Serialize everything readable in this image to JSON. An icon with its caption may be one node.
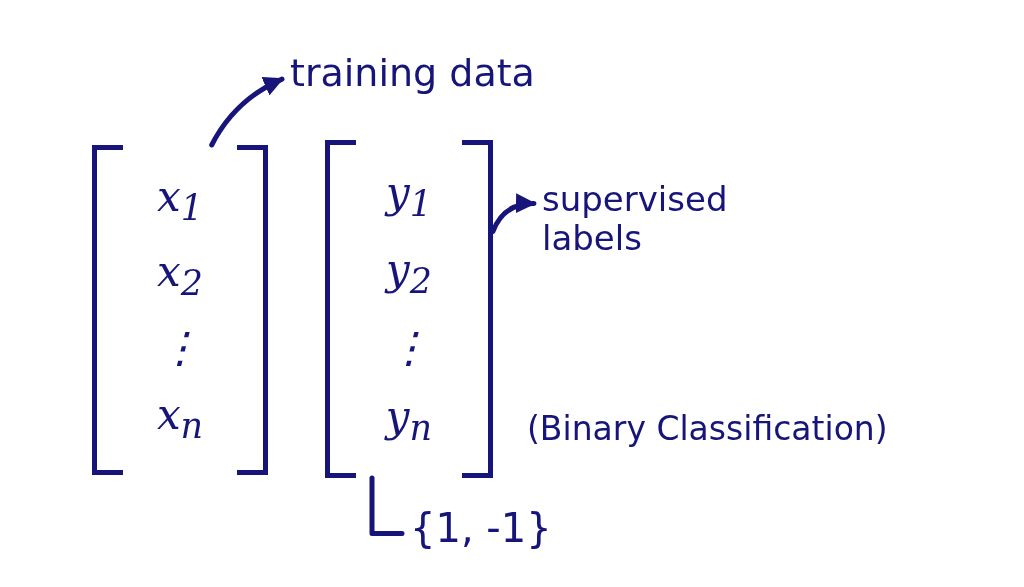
{
  "diagram": {
    "nodes": [
      {
        "text": [
          "training data"
        ]
      },
      {
        "text": [
          "x$_{1}$",
          "x$_{2}$",
          "⋮",
          "x$_{n}$"
        ]
      },
      {
        "text": [
          "y$_{1}$",
          "y$_{2}$",
          "⋮",
          "y$_{n}$"
        ]
      },
      {
        "text": [
          "supervised labels"
        ]
      },
      {
        "text": [
          "{1, -1}"
        ]
      }
    ],
    "edges": [
      {
        "from": 1,
        "to": 0,
        "arrow": "to"
      },
      {
        "from": 2,
        "to": 3,
        "arrow": "to"
      },
      {
        "from": 2,
        "to": 4,
        "arrow": "none"
      }
    ],
    "labels": [
      "(Binary Classification)"
    ]
  }
}
